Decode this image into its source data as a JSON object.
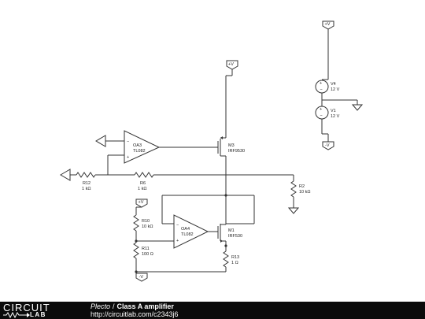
{
  "components": {
    "supply_top": "+V",
    "supply_mid": "+V",
    "supply_bottom": "-V",
    "supply_right_top": "+V",
    "supply_right_bottom": "-V",
    "v4_name": "V4",
    "v4_value": "12 V",
    "v1_name": "V1",
    "v1_value": "12 V",
    "oa3_name": "OA3",
    "oa3_part": "TL082",
    "oa4_name": "OA4",
    "oa4_part": "TL082",
    "m3_name": "M3",
    "m3_part": "IRF9530",
    "m1_name": "M1",
    "m1_part": "IRF530",
    "r12_name": "R12",
    "r12_value": "1 kΩ",
    "r6_name": "R6",
    "r6_value": "1 kΩ",
    "r2_name": "R2",
    "r2_value": "10 kΩ",
    "r10_name": "R10",
    "r10_value": "10 kΩ",
    "r11_name": "R11",
    "r11_value": "100 Ω",
    "r13_name": "R13",
    "r13_value": "1 Ω",
    "opamp_minus": "−",
    "opamp_plus": "+",
    "src_plus": "+",
    "src_minus": "−"
  },
  "footer": {
    "logo_top": "CIRCUIT",
    "logo_bottom": "LAB",
    "author": "Plecto",
    "separator": "/",
    "title": "Class A amplifier",
    "url": "http://circuitlab.com/c2343j6"
  }
}
